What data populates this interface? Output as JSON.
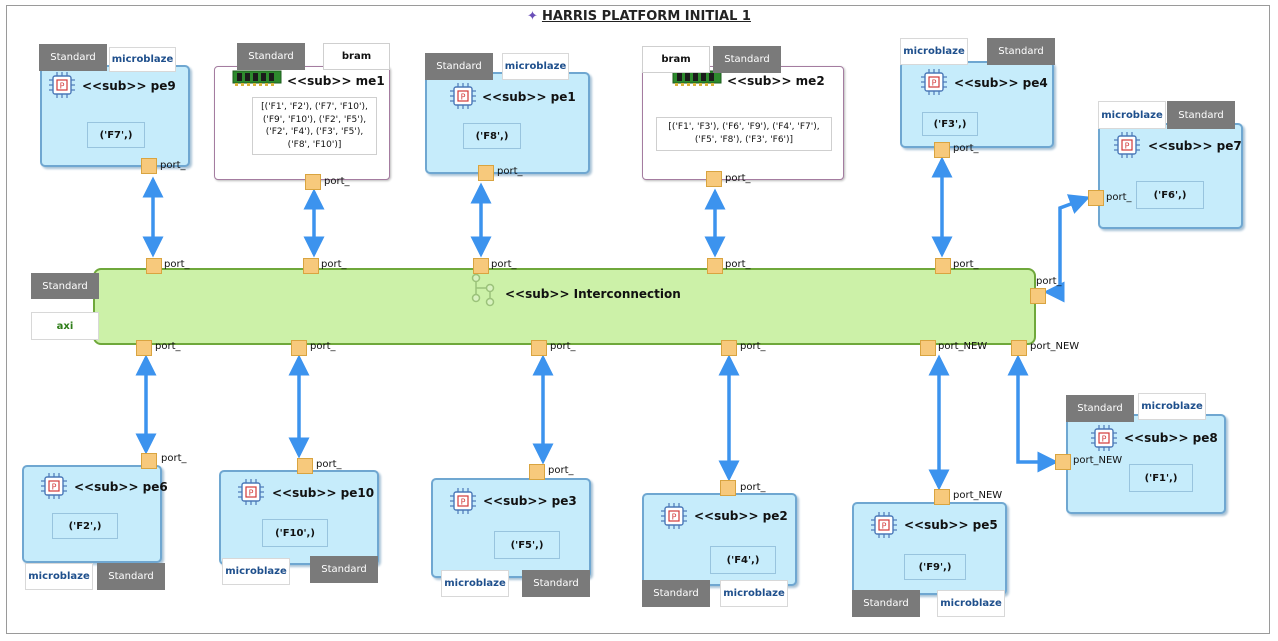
{
  "title": "HARRIS PLATFORM INITIAL 1",
  "colors": {
    "pe_fill": "#c6ecfb",
    "pe_border": "#6fa7d1",
    "bus_fill": "#ccf1a8",
    "bus_border": "#6fa83b",
    "port_fill": "#f7c97c",
    "link": "#3c93ee",
    "standard_tag": "#7a7a7a"
  },
  "icons": {
    "processor": "processor-chip-icon",
    "memory": "ram-module-icon",
    "bus": "network-hub-icon",
    "title": "diamond-star-icon"
  },
  "interconnect": {
    "name": "<<sub>> Interconnection",
    "tag_standard": "Standard",
    "tag_type": "axi"
  },
  "port_labels": {
    "top_port": "port_",
    "bus_port": "port_",
    "new_port": "port_NEW"
  },
  "tags": {
    "standard": "Standard",
    "microblaze": "microblaze",
    "bram": "bram"
  },
  "pes": {
    "pe9": {
      "name": "<<sub>> pe9",
      "funcs": "('F7',)"
    },
    "pe1": {
      "name": "<<sub>> pe1",
      "funcs": "('F8',)"
    },
    "pe4": {
      "name": "<<sub>> pe4",
      "funcs": "('F3',)"
    },
    "pe7": {
      "name": "<<sub>> pe7",
      "funcs": "('F6',)"
    },
    "pe6": {
      "name": "<<sub>> pe6",
      "funcs": "('F2',)"
    },
    "pe10": {
      "name": "<<sub>> pe10",
      "funcs": "('F10',)"
    },
    "pe3": {
      "name": "<<sub>> pe3",
      "funcs": "('F5',)"
    },
    "pe2": {
      "name": "<<sub>> pe2",
      "funcs": "('F4',)"
    },
    "pe5": {
      "name": "<<sub>> pe5",
      "funcs": "('F9',)"
    },
    "pe8": {
      "name": "<<sub>> pe8",
      "funcs": "('F1',)"
    }
  },
  "mems": {
    "me1": {
      "name": "<<sub>> me1",
      "mapping": [
        "[('F1', 'F2'), ('F7', 'F10'),",
        "('F9', 'F10'), ('F2', 'F5'),",
        "('F2', 'F4'), ('F3', 'F5'),",
        "('F8', 'F10')]"
      ]
    },
    "me2": {
      "name": "<<sub>> me2",
      "mapping": [
        "[('F1', 'F3'), ('F6', 'F9'), ('F4', 'F7'),",
        "('F5', 'F8'), ('F3', 'F6')]"
      ]
    }
  }
}
